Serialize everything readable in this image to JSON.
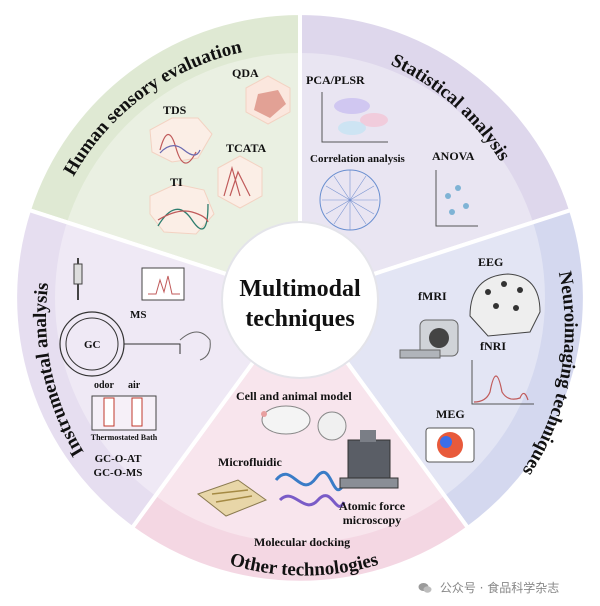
{
  "center": {
    "line1": "Multimodal",
    "line2": "techniques"
  },
  "segments": {
    "sensory": {
      "title": "Human sensory evaluation",
      "color": "#dfe9d3",
      "items": {
        "qda": "QDA",
        "tds": "TDS",
        "tcata": "TCATA",
        "ti": "TI"
      }
    },
    "statistical": {
      "title": "Statistical analysis",
      "color": "#ded7ec",
      "items": {
        "pca": "PCA/PLSR",
        "correlation": "Correlation analysis",
        "anova": "ANOVA"
      }
    },
    "neuro": {
      "title": "Neuroimaging techniques",
      "color": "#d4d8ef",
      "items": {
        "eeg": "EEG",
        "fmri": "fMRI",
        "fnri": "fNRI",
        "meg": "MEG"
      }
    },
    "other": {
      "title": "Other technologies",
      "color": "#f4d7e3",
      "items": {
        "cell": "Cell and animal model",
        "microfluidic": "Microfluidic",
        "afm_1": "Atomic force",
        "afm_2": "microscopy",
        "docking": "Molecular docking"
      }
    },
    "instrumental": {
      "title": "Instrumental analysis",
      "color": "#e6def0",
      "items": {
        "ms": "MS",
        "gc": "GC",
        "odor": "odor",
        "air": "air",
        "bath": "Thermostated Bath",
        "gcoat": "GC-O-AT",
        "gcoms": "GC-O-MS"
      }
    }
  },
  "watermark": "公众号 · 食品科学杂志"
}
